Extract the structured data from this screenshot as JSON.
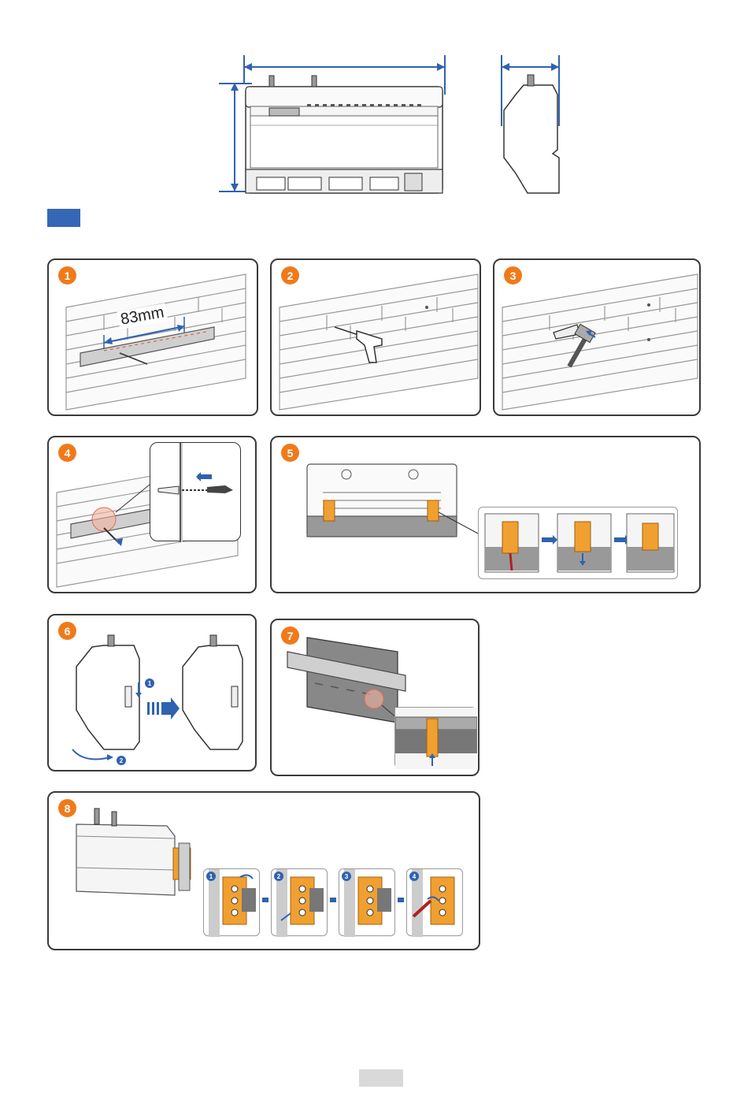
{
  "document": {
    "dimension_diagram": {
      "front_label": "",
      "side_label": ""
    },
    "steps": [
      {
        "number": "1",
        "rail_spacing_label": "83mm"
      },
      {
        "number": "2"
      },
      {
        "number": "3"
      },
      {
        "number": "4"
      },
      {
        "number": "5"
      },
      {
        "number": "6",
        "sub_steps": [
          "1",
          "2"
        ]
      },
      {
        "number": "7"
      },
      {
        "number": "8",
        "sub_steps": [
          "1",
          "2",
          "3",
          "4"
        ]
      }
    ],
    "colors": {
      "accent_orange": "#f07a1a",
      "accent_blue": "#2f62b0",
      "panel_border": "#3a3a3a",
      "clip_orange": "#f0a030"
    }
  }
}
